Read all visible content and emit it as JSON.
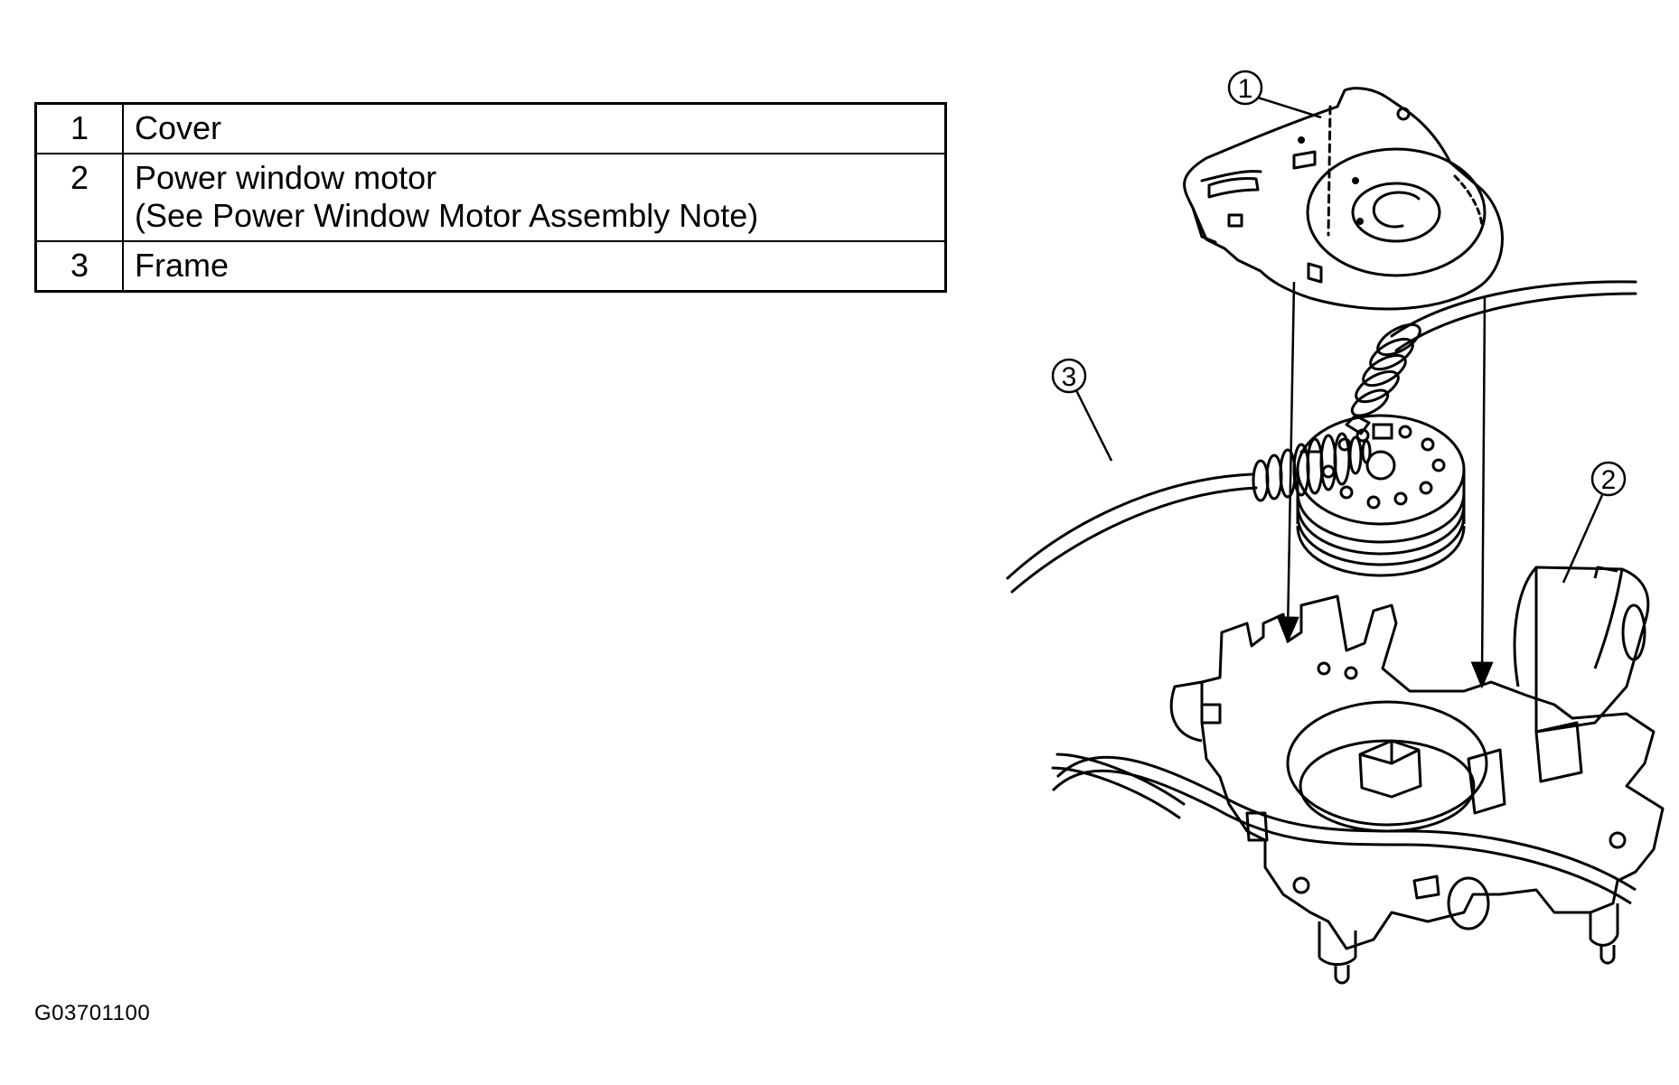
{
  "legend": {
    "rows": [
      {
        "number": "1",
        "lines": [
          "Cover"
        ]
      },
      {
        "number": "2",
        "lines": [
          "Power window motor",
          "(See Power Window Motor Assembly Note)"
        ]
      },
      {
        "number": "3",
        "lines": [
          "Frame"
        ]
      }
    ]
  },
  "callouts": {
    "cover": "1",
    "motor": "2",
    "frame": "3"
  },
  "figure_id": "G03701100"
}
